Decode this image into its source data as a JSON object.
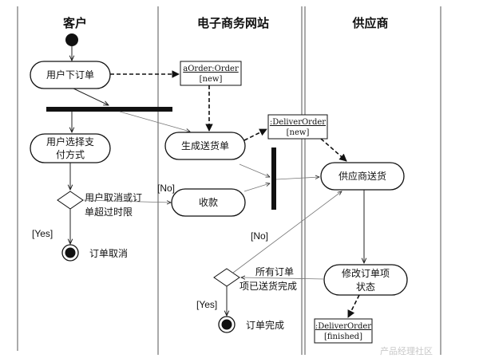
{
  "lanes": {
    "customer": "客户",
    "website": "电子商务网站",
    "supplier": "供应商"
  },
  "activities": {
    "place_order": "用户下订单",
    "choose_payment_l1": "用户选择支",
    "choose_payment_l2": "付方式",
    "generate_delivery": "生成送货单",
    "collect_payment": "收款",
    "supplier_delivery": "供应商送货",
    "modify_item_l1": "修改订单项",
    "modify_item_l2": "状态"
  },
  "objects": {
    "order_name": "aOrder:Order",
    "order_state": "[new]",
    "deliver_new_name": ":DeliverOrder",
    "deliver_new_state": "[new]",
    "deliver_fin_name": ":DeliverOrder",
    "deliver_fin_state": "[finished]"
  },
  "decisions": {
    "cancel_cond_l1": "用户取消或订",
    "cancel_cond_l2": "单超过时限",
    "delivered_cond_l1": "所有订单",
    "delivered_cond_l2": "项已送货完成"
  },
  "guards": {
    "no_1": "[No]",
    "yes_1": "[Yes]",
    "no_2": "[No]",
    "yes_2": "[Yes]"
  },
  "finals": {
    "order_cancelled": "订单取消",
    "order_completed": "订单完成"
  },
  "watermark": "产品经理社区"
}
